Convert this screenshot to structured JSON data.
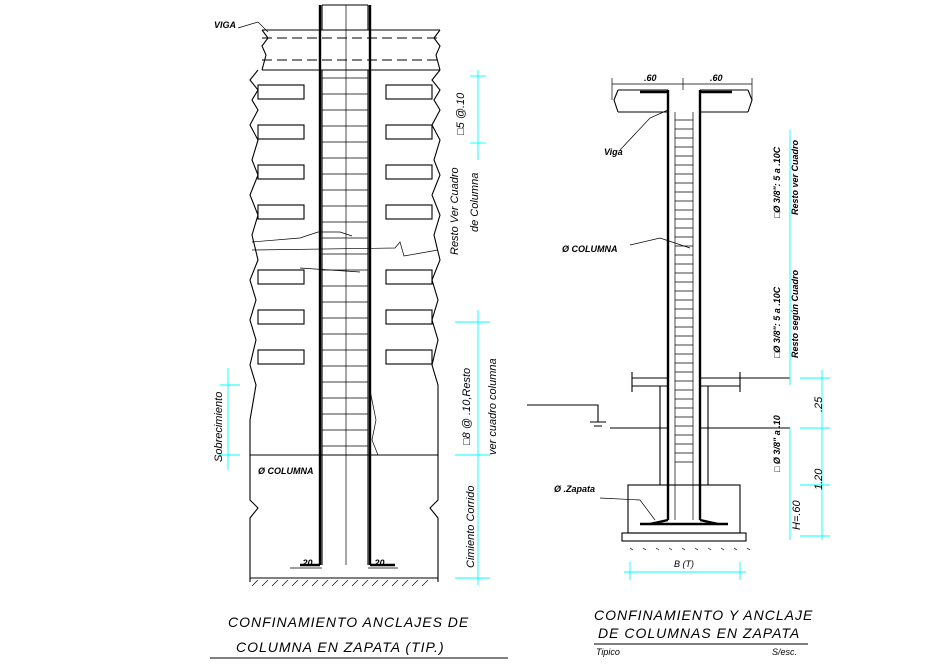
{
  "left_detail": {
    "viga_label": "VIGA",
    "stirrup_top_note": "□5 @.10",
    "resto_note_line1": "Resto Ver Cuadro",
    "resto_note_line2": "de Columna",
    "stirrup_bottom_note_line1": "□8 @ .10,Resto",
    "stirrup_bottom_note_line2": "ver cuadro columna",
    "sobrecimiento_label": "Sobrecimiento",
    "columna_label": "Ø COLUMNA",
    "cimiento_label": "Cimiento Corrido",
    "dim_left": ".20",
    "dim_right": ".20",
    "title_line1": "CONFINAMIENTO ANCLAJES DE",
    "title_line2": "COLUMNA EN ZAPATA (TIP.)"
  },
  "right_detail": {
    "dim_left": ".60",
    "dim_right": ".60",
    "viga_label": "Viga",
    "columna_label": "Ø COLUMNA",
    "note1_line1": "□Ø 3/8\": 5 a .10C",
    "note1_line2": "Resto ver Cuadro",
    "note2_line1": "□Ø 3/8\": 5 a .10C",
    "note2_line2": "Resto según Cuadro",
    "note3": "□ Ø 3/8\" a .10",
    "dim_025": ".25",
    "dim_120": "1.20",
    "dim_h": "H=.60",
    "zapata_label": "Ø .Zapata",
    "base_label": "B (T)",
    "title_line1": "CONFINAMIENTO Y ANCLAJE",
    "title_line2": "DE COLUMNAS EN ZAPATA",
    "footer_left": "Tipico",
    "footer_right": "S/esc."
  }
}
